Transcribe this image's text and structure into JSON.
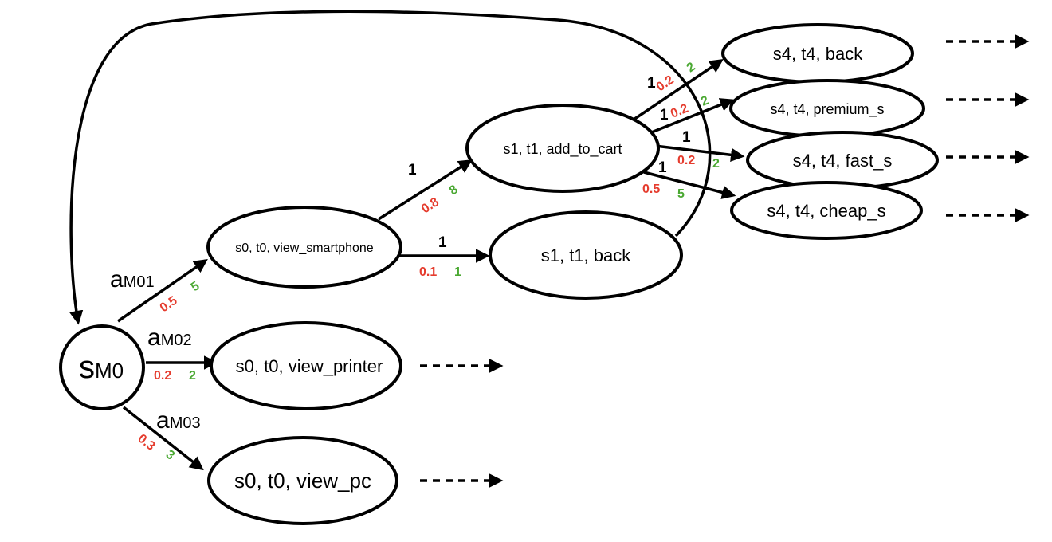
{
  "nodes": {
    "sm0": {
      "main": "s",
      "sub": "M0"
    },
    "view_smartphone": "s0, t0, view_smartphone",
    "view_printer": "s0, t0, view_printer",
    "view_pc": "s0, t0, view_pc",
    "add_to_cart": "s1, t1, add_to_cart",
    "back_s1": "s1, t1, back",
    "back_s4": "s4, t4, back",
    "premium_s": "s4, t4, premium_s",
    "fast_s": "s4, t4, fast_s",
    "cheap_s": "s4, t4, cheap_s"
  },
  "actions": {
    "am01": {
      "main": "a",
      "sub": "M01"
    },
    "am02": {
      "main": "a",
      "sub": "M02"
    },
    "am03": {
      "main": "a",
      "sub": "M03"
    }
  },
  "edges": {
    "sm0_smartphone": {
      "prob": "0.5",
      "reward": "5"
    },
    "sm0_printer": {
      "prob": "0.2",
      "reward": "2"
    },
    "sm0_pc": {
      "prob": "0.3",
      "reward": "3"
    },
    "smartphone_cart": {
      "weight": "1",
      "prob": "0.8",
      "reward": "8"
    },
    "smartphone_back": {
      "weight": "1",
      "prob": "0.1",
      "reward": "1"
    },
    "cart_back": {
      "weight": "1",
      "prob": "0.2",
      "reward": "2"
    },
    "cart_premium": {
      "weight": "1",
      "prob": "0.2",
      "reward": "2"
    },
    "cart_fast": {
      "weight": "1",
      "prob": "0.2",
      "reward": "2"
    },
    "cart_cheap": {
      "weight": "1",
      "prob": "0.5",
      "reward": "5"
    }
  }
}
